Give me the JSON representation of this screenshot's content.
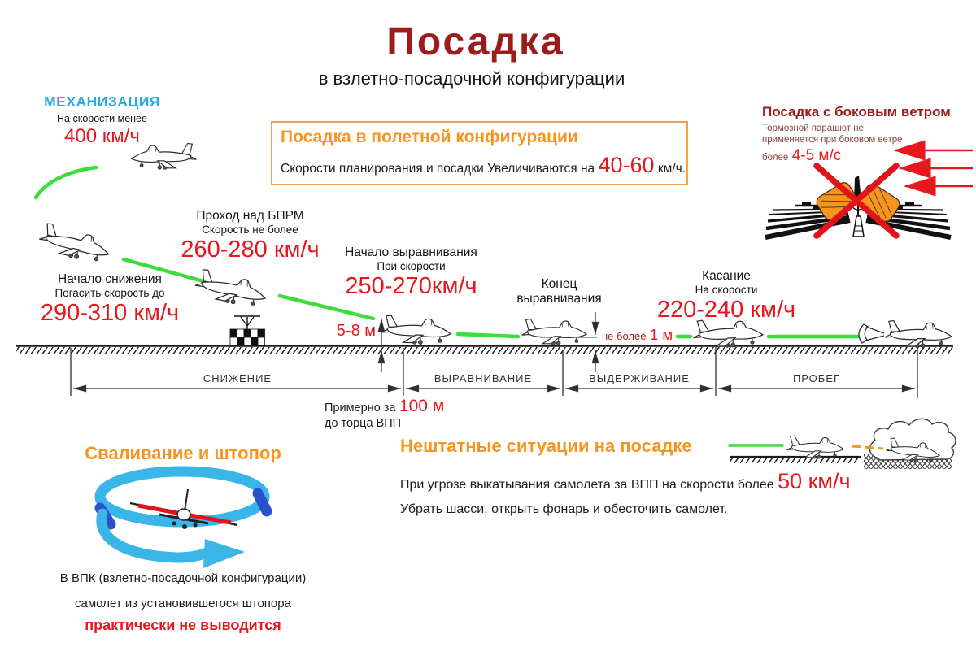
{
  "title": "Посадка",
  "subtitle": "в взлетно-посадочной конфигурации",
  "mechanization": {
    "heading": "МЕХАНИЗАЦИЯ",
    "line": "На скорости менее",
    "value": "400 км/ч"
  },
  "flight_config_box": {
    "heading": "Посадка в полетной конфигурации",
    "text": "Скорости планирования и посадки Увеличиваются на",
    "value": "40-60",
    "unit": "км/ч."
  },
  "crosswind": {
    "heading": "Посадка с боковым ветром",
    "line1": "Тормозной парашют не",
    "line2": "применяется при боковом ветре",
    "more_label": "более",
    "value": "4-5 м/с"
  },
  "approach": {
    "descent": {
      "l1": "Начало снижения",
      "l2": "Погасить скорость до",
      "value": "290-310 км/ч"
    },
    "bprm": {
      "l1": "Проход над БПРМ",
      "l2": "Скорость не более",
      "value": "260-280 км/ч"
    },
    "flare_start": {
      "l1": "Начало выравнивания",
      "l2": "При скорости",
      "value": "250-270км/ч"
    },
    "flare_end": {
      "l1": "Конец",
      "l2": "выравнивания"
    },
    "touchdown": {
      "l1": "Касание",
      "l2": "На скорости",
      "value": "220-240 км/ч"
    },
    "flare_height": "5-8 м",
    "hold_height_label": "не более",
    "hold_height_value": "1 м",
    "distance_note1": "Примерно за",
    "distance_value": "100 м",
    "distance_note2": "до торца ВПП",
    "phases": [
      "СНИЖЕНИЕ",
      "ВЫРАВНИВАНИЕ",
      "ВЫДЕРЖИВАНИЕ",
      "ПРОБЕГ"
    ]
  },
  "stall_spin": {
    "heading": "Сваливание и штопор",
    "line1": "В ВПК (взлетно-посадочной конфигурации)",
    "line2": "самолет из установившегося штопора",
    "line3": "практически не выводится"
  },
  "emergencies": {
    "heading": "Нештатные ситуации на посадке",
    "line1": "При угрозе выкатывания самолета за ВПП на скорости более",
    "value1": "50 км/ч",
    "line2": "Убрать шасси, открыть фонарь и обесточить самолет."
  },
  "colors": {
    "bright_red": "#e8161d",
    "dark_red": "#9c1b1b",
    "orange": "#f7941d",
    "cyan": "#29abe2",
    "path_green": "#3ddc3d",
    "spiral_blue": "#3ab5e8",
    "spiral_dark_blue": "#2b50cc",
    "chute_orange": "#f7941d"
  }
}
